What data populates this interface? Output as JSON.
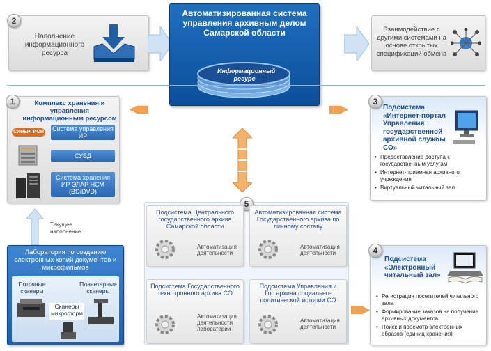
{
  "header_center": {
    "title": "Автоматизированная система управления архивным делом Самарской области",
    "disk_label": "Информационный ресурс"
  },
  "box2": {
    "number": "2",
    "text": "Наполнение информационного ресурса"
  },
  "box_right_top": {
    "text": "Взаимодействие с другими системами на основе открытых спецификаций обмена"
  },
  "box1": {
    "number": "1",
    "title": "Комплекс хранения и управления информационным ресурсом",
    "logo": "СИНЕРГИОН",
    "items": [
      "Система управления ИР",
      "СУБД",
      "Система хранения ИР ЭЛАР НСМ (BD/DVD)"
    ]
  },
  "box3": {
    "number": "3",
    "title": "Подсистема «Интернет-портал Управления государственной архивной службы СО»",
    "bullets": [
      "Предоставление доступа к государственным услугам",
      "Интернет-приемная архивного учреждения",
      "Виртуальный читальный зал"
    ]
  },
  "box5": {
    "number": "5",
    "panels": [
      {
        "title": "Подсистема Центрального государственного архива Самарской области",
        "desc": "Автоматизация деятельности"
      },
      {
        "title": "Автоматизированная система Государственного архива по личному составу",
        "desc": "Автоматизация деятельности"
      },
      {
        "title": "Подсистема Государственного технотронного архива СО",
        "desc": "Автоматизация деятельности лаборатории"
      },
      {
        "title": "Подсистема Управления и Гос.архива социально-политической истории СО",
        "desc": "Автоматизация деятельности"
      }
    ]
  },
  "box4": {
    "number": "4",
    "title": "Подсистема «Электронный читальный зал»",
    "bullets": [
      "Регистрация посетителей читального зала",
      "Формирование заказов на получение архивных документов",
      "Поиск и просмотр электронных образов (единиц хранения)"
    ]
  },
  "lab": {
    "title": "Лаборатория по созданию электронных копий документов и микрофильмов",
    "scanner_1": "Поточные сканеры",
    "scanner_2": "Планетарные сканеры",
    "scanner_3": "Сканеры микроформ",
    "arrow_label": "Текущее наполнение"
  },
  "colors": {
    "accent_blue": "#0b4f99",
    "arrow_orange": "#f0a050",
    "arrow_light_blue": "#cfe3f5"
  }
}
